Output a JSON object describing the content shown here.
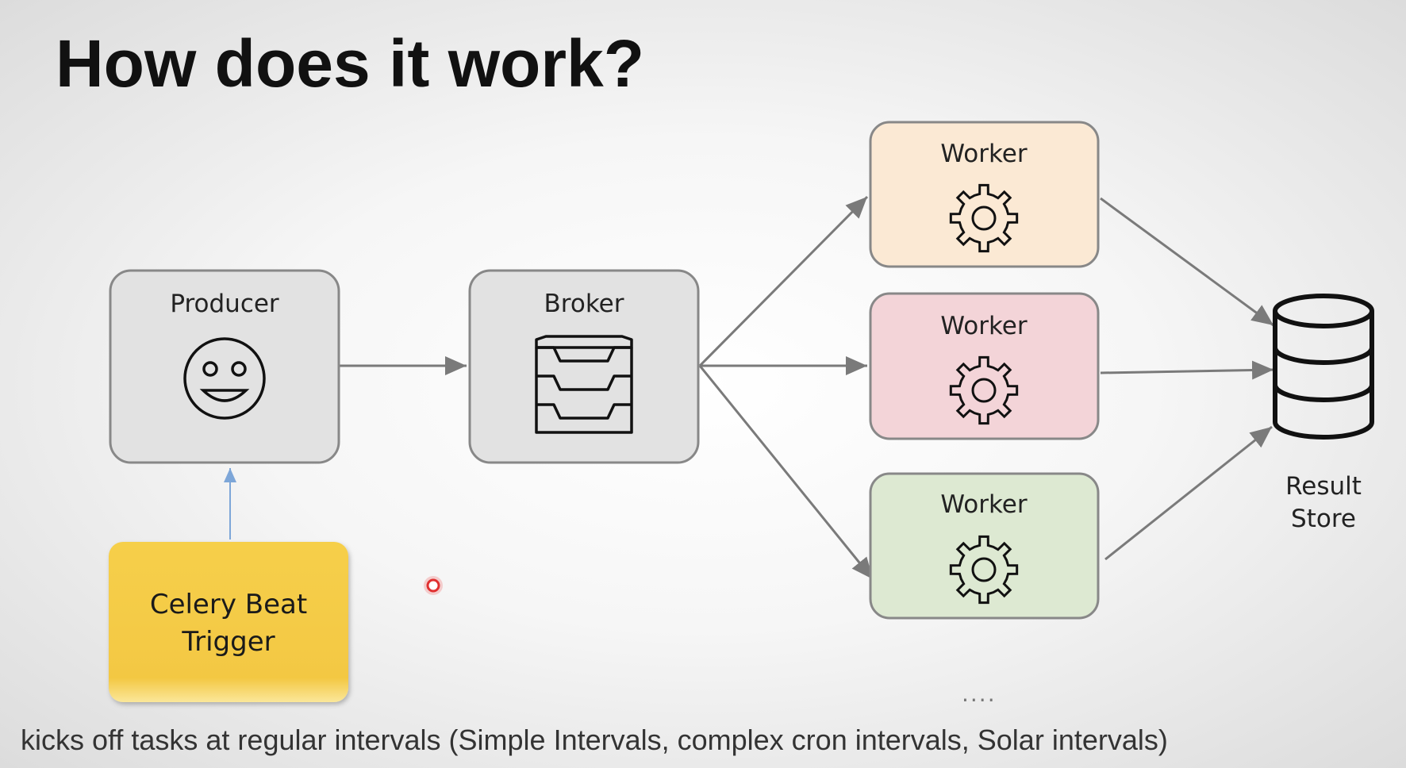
{
  "slide": {
    "title": "How does it work?",
    "caption": "kicks off tasks at regular intervals (Simple Intervals, complex cron intervals, Solar intervals)",
    "ellipsis": "...."
  },
  "diagram": {
    "producer": {
      "label": "Producer",
      "icon": "smiley-face-icon"
    },
    "broker": {
      "label": "Broker",
      "icon": "inbox-tray-icon"
    },
    "workers": [
      {
        "label": "Worker",
        "icon": "gear-icon",
        "color": "#fbe9d4"
      },
      {
        "label": "Worker",
        "icon": "gear-icon",
        "color": "#f3d4d8"
      },
      {
        "label": "Worker",
        "icon": "gear-icon",
        "color": "#dde9d2"
      }
    ],
    "result_store": {
      "label_line1": "Result",
      "label_line2": "Store",
      "icon": "database-icon"
    },
    "celery_beat": {
      "label_line1": "Celery Beat",
      "label_line2": "Trigger",
      "color": "#f3c843"
    }
  },
  "colors": {
    "node_fill": "#e2e2e2",
    "node_stroke": "#888888",
    "arrow": "#7a7a7a",
    "trigger_arrow": "#7da6d8",
    "cursor": "#e03030"
  }
}
